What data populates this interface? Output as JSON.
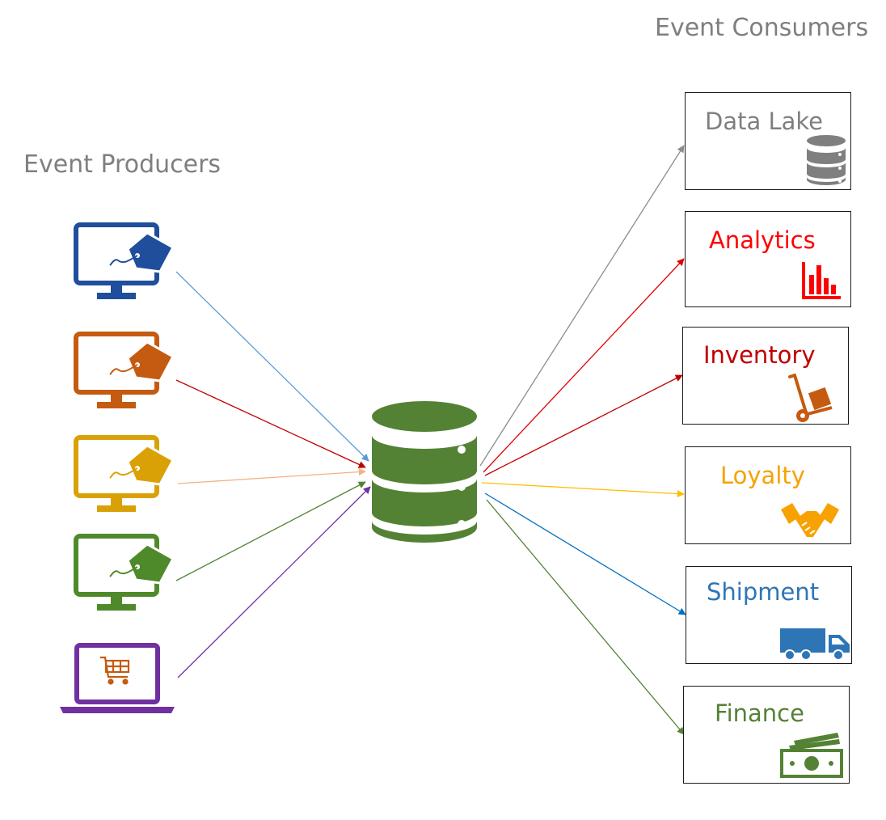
{
  "headings": {
    "producers": "Event Producers",
    "consumers": "Event Consumers"
  },
  "producers": [
    {
      "icon": "monitor-price-tag-icon",
      "color": "#1f4e9c"
    },
    {
      "icon": "monitor-price-tag-icon",
      "color": "#c55a11"
    },
    {
      "icon": "monitor-price-tag-icon",
      "color": "#daa106"
    },
    {
      "icon": "monitor-price-tag-icon",
      "color": "#4f8a2a"
    },
    {
      "icon": "laptop-shopping-cart-icon",
      "color": "#7030a0"
    }
  ],
  "hub": {
    "icon": "database-icon",
    "color": "#548235"
  },
  "consumers": [
    {
      "label": "Data Lake",
      "icon": "database-icon",
      "color": "#7f7f7f"
    },
    {
      "label": "Analytics",
      "icon": "bar-chart-icon",
      "color": "#ff0000"
    },
    {
      "label": "Inventory",
      "icon": "hand-truck-icon",
      "color": "#c00000"
    },
    {
      "label": "Loyalty",
      "icon": "handshake-icon",
      "color": "#f7a200"
    },
    {
      "label": "Shipment",
      "icon": "truck-icon",
      "color": "#2e75b6"
    },
    {
      "label": "Finance",
      "icon": "money-icon",
      "color": "#548235"
    }
  ],
  "connector_colors": {
    "inbound": [
      "#5b9bd5",
      "#c00000",
      "#f4b183",
      "#548235",
      "#7030a0"
    ],
    "outbound": [
      "#8c8c8c",
      "#e00000",
      "#c00000",
      "#ffc000",
      "#0070c0",
      "#548235"
    ]
  }
}
